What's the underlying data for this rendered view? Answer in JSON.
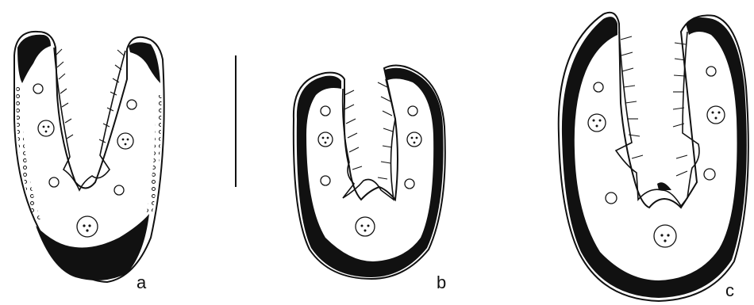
{
  "figure": {
    "panels": [
      {
        "id": "a",
        "label": "a"
      },
      {
        "id": "b",
        "label": "b"
      },
      {
        "id": "c",
        "label": "c"
      }
    ],
    "scale_bar": {
      "present": true,
      "orientation": "vertical"
    },
    "colors": {
      "ink": "#111111",
      "fill": "#111111",
      "background": "#ffffff"
    }
  }
}
